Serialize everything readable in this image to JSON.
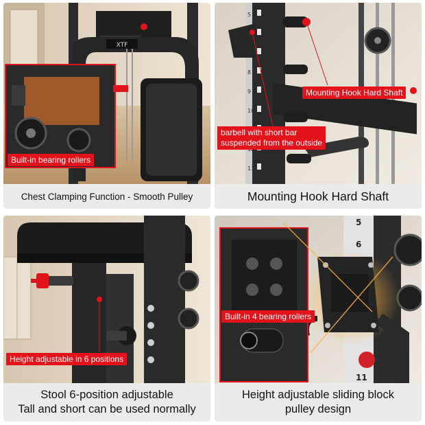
{
  "panels": [
    {
      "id": "chest-clamping",
      "callout": "Built-in bearing rollers",
      "caption": "Chest Clamping Function - Smooth Pulley",
      "logo": "XTF"
    },
    {
      "id": "mounting-hook",
      "callouts": [
        "Mounting Hook Hard Shaft",
        "barbell with short bar",
        "suspended from the outside"
      ],
      "caption": "Mounting Hook Hard Shaft",
      "rack_numbers": [
        "5",
        "6",
        "7",
        "8",
        "9",
        "10",
        "11",
        "12",
        "13"
      ]
    },
    {
      "id": "stool",
      "callout": "Height adjustable in 6 positions",
      "caption_lines": [
        "Stool 6-position adjustable",
        "Tall and short can be used normally"
      ]
    },
    {
      "id": "sliding-block",
      "callout": "Built-in 4 bearing rollers",
      "caption_lines": [
        "Height adjustable sliding block",
        "pulley design"
      ],
      "rack_numbers": [
        "5",
        "6",
        "11"
      ]
    }
  ],
  "colors": {
    "accent_red": "#e3121b",
    "caption_bg": "#ebebeb",
    "metal": "#2a2a2a"
  }
}
